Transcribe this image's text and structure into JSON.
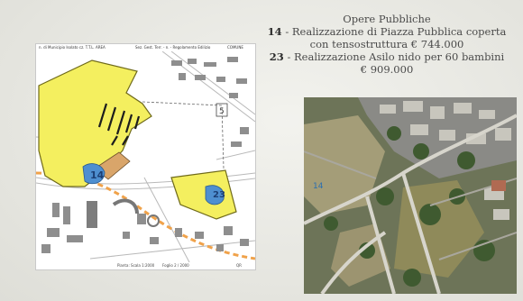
{
  "slide": {
    "heading": "Opere Pubbliche",
    "item1": {
      "number": "14",
      "text_line1": " - Realizzazione di Piazza Pubblica coperta",
      "text_line2": "con tensostruttura € 744.000"
    },
    "item2": {
      "number": "23",
      "text_line1": " - Realizzazione Asilo nido per 60 bambini",
      "text_line2": "€ 909.000"
    }
  },
  "map": {
    "header_left": "n. di Municipio Isolato cz. T.T.L. AREA",
    "header_mid": "Sez. Gest. Terr. - n. - Regolamento Edilizio",
    "header_right": "COMUNE",
    "footer_left": "Pianta: Scala 1:2000",
    "footer_mid": "Foglio 2 / 2000",
    "footer_right": "QR",
    "label_14": "14",
    "label_23": "23",
    "label_5": "5",
    "colors": {
      "zone": "#f4ef5f",
      "zone_stroke": "#6f6a1a",
      "water": "#4e8fd0",
      "building": "#8e8e8e"
    }
  },
  "photo": {
    "label_14": "14"
  }
}
